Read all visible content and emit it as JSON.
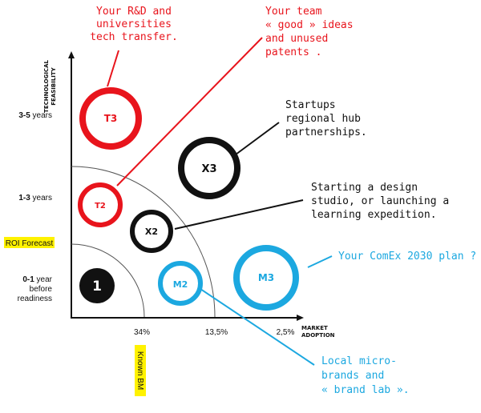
{
  "axes": {
    "y_title_line1": "TECHNOLOGICAL",
    "y_title_line2": "FEASIBILITY",
    "x_title_line1": "MARKET",
    "x_title_line2": "ADOPTION",
    "y_ticks": {
      "top": {
        "bold": "3-5",
        "rest": " years"
      },
      "mid": {
        "bold": "1-3",
        "rest": " years"
      },
      "low_line1": {
        "bold": "0-1",
        "rest": " year"
      },
      "low_line2": "before",
      "low_line3": "readiness"
    },
    "x_ticks": [
      "34%",
      "13,5%",
      "2,5%"
    ]
  },
  "highlights": {
    "roi": "ROI Forecast",
    "known_bm": "Known BM",
    "color": "#fff200"
  },
  "circles": {
    "t3": "T3",
    "t2": "T2",
    "x3": "X3",
    "x2": "X2",
    "one": "1",
    "m2": "M2",
    "m3": "M3"
  },
  "notes": {
    "rd": [
      "Your R&D and",
      "universities",
      "tech transfer."
    ],
    "team": [
      "Your team",
      "« good » ideas",
      "and unused",
      "patents ."
    ],
    "startups": [
      "Startups",
      "regional hub",
      "partnerships."
    ],
    "studio": [
      "Starting a design",
      "studio, or launching a",
      "learning expedition."
    ],
    "comex": [
      "Your ComEx 2030 plan ?"
    ],
    "local": [
      "Local micro-",
      "brands and",
      "« brand lab »."
    ]
  },
  "colors": {
    "red": "#e8141c",
    "blue": "#1ca8e0",
    "black": "#111111"
  }
}
